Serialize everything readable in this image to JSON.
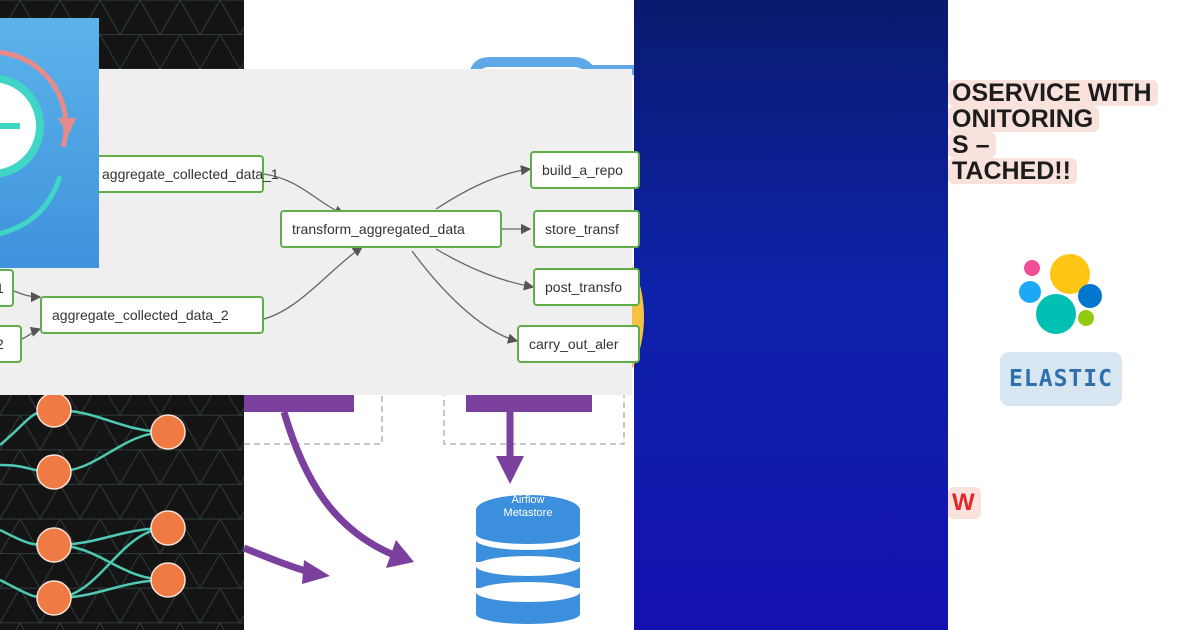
{
  "dag": {
    "nodes": {
      "agg1": "aggregate_collected_data_1",
      "agg2": "aggregate_collected_data_2",
      "left_top": "1",
      "left_bottom": "2",
      "transform": "transform_aggregated_data",
      "report": "build_a_repo",
      "store": "store_transf",
      "post": "post_transfo",
      "alert": "carry_out_aler"
    }
  },
  "architecture": {
    "db_label_line1": "Airflow",
    "db_label_line2": "Metastore"
  },
  "article": {
    "headline_lines": [
      "OSERVICE WITH",
      "ONITORING",
      "S –",
      "TACHED!!"
    ],
    "brand": "ELASTIC",
    "bottom_fragment": "W"
  },
  "colors": {
    "dag_border": "#5fae4a",
    "network_node": "#f07a44",
    "network_edge": "#4fc9b4",
    "arrow_purple": "#7b3f9e",
    "db_blue": "#3c8fdc",
    "headline_bg": "#f9e2dc",
    "elastic_blue": "#2f6fad",
    "gradient_blue": "#1411b0"
  }
}
